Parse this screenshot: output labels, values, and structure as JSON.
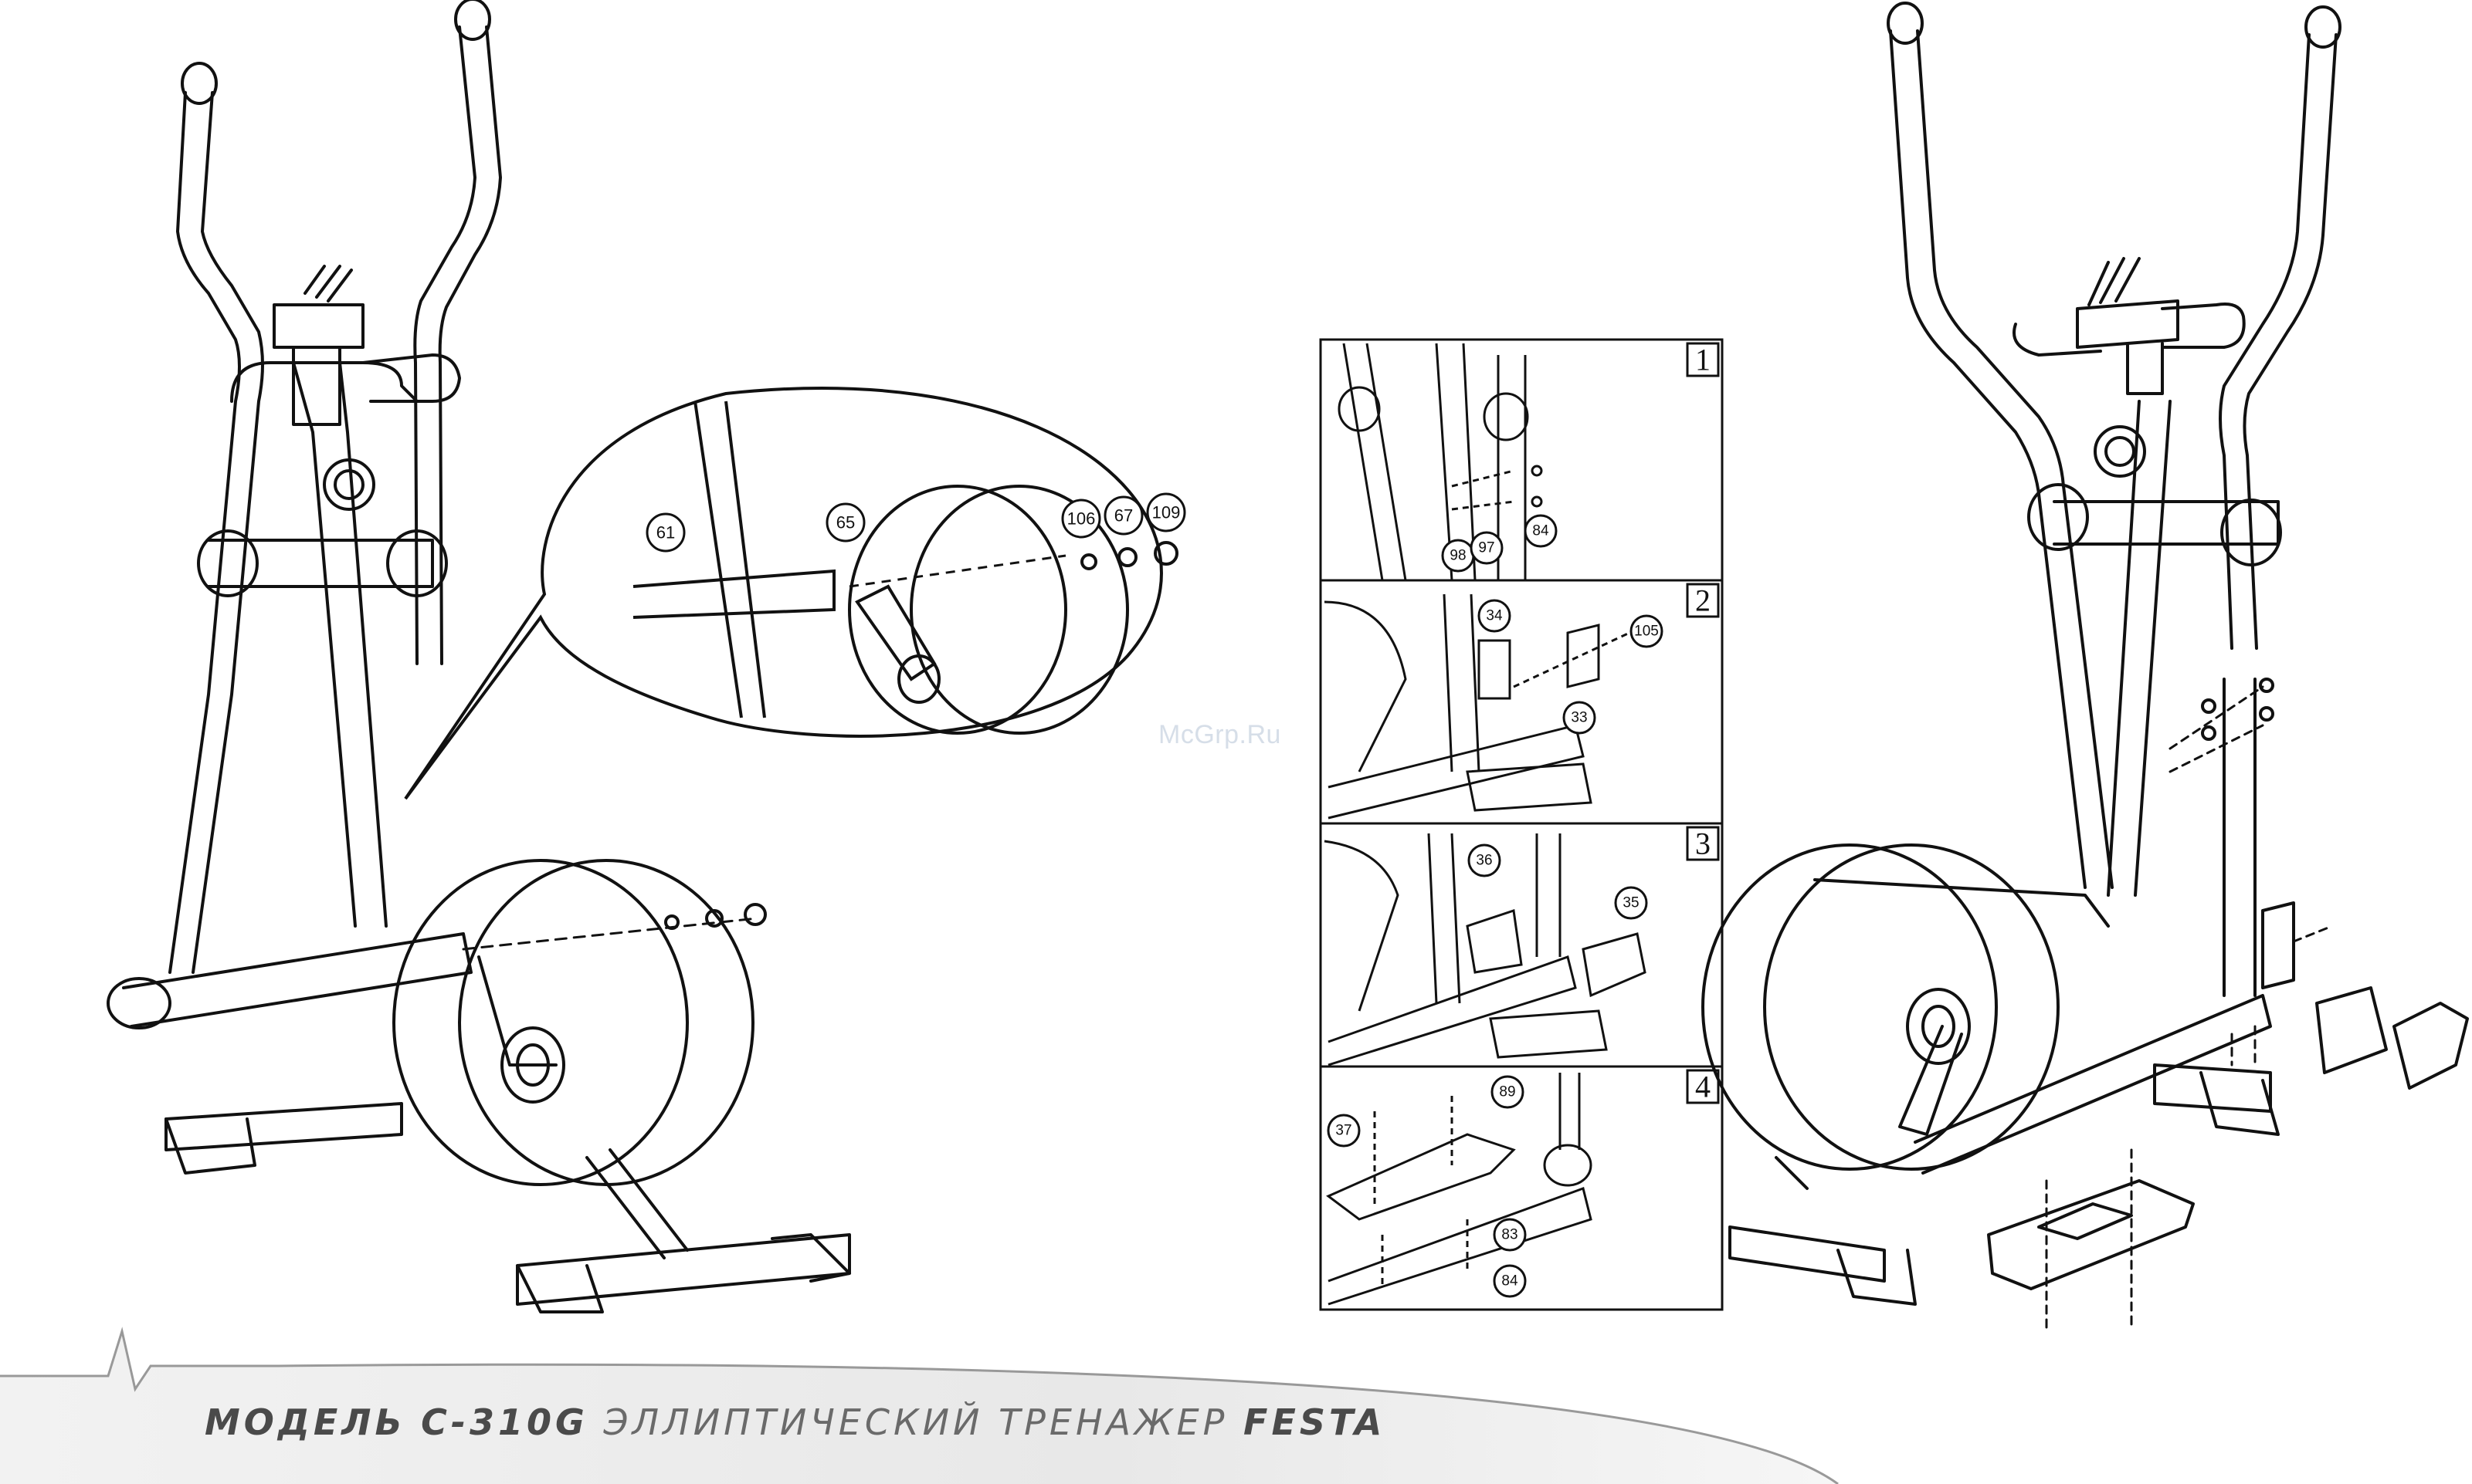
{
  "watermark": "McGrp.Ru",
  "footer": {
    "model_prefix": "МОДЕЛЬ",
    "model_code": "C-310G",
    "product_type": "ЭЛЛИПТИЧЕСКИЙ ТРЕНАЖЕР",
    "brand": "FESTA"
  },
  "detail_callouts": [
    "61",
    "65",
    "106",
    "67",
    "109"
  ],
  "steps": [
    {
      "number": "1",
      "callouts": [
        "98",
        "97",
        "84"
      ]
    },
    {
      "number": "2",
      "callouts": [
        "34",
        "105",
        "33"
      ]
    },
    {
      "number": "3",
      "callouts": [
        "36",
        "35"
      ]
    },
    {
      "number": "4",
      "callouts": [
        "89",
        "37",
        "83",
        "84"
      ]
    }
  ],
  "colors": {
    "line": "#111111",
    "footer_band": "#eeeeee",
    "watermark": "#d6dee8"
  }
}
